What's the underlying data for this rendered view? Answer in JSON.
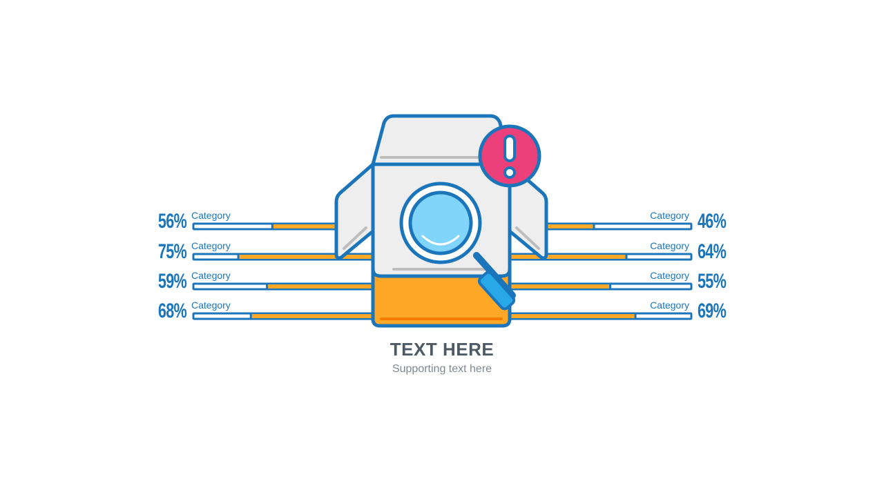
{
  "title": "TEXT HERE",
  "subtitle": "Supporting text here",
  "colors": {
    "blue": "#1b75bb",
    "orange": "#ffa726",
    "pink": "#ec407a",
    "light_blue": "#81d4fa",
    "gray": "#eeeeee",
    "dark_text": "#4d5a66"
  },
  "icons": [
    "package-box-icon",
    "magnifying-glass-icon",
    "exclamation-alert-icon"
  ],
  "chart_data": {
    "type": "bar",
    "left": [
      {
        "label": "Category",
        "value": 56,
        "display": "56%"
      },
      {
        "label": "Category",
        "value": 75,
        "display": "75%"
      },
      {
        "label": "Category",
        "value": 59,
        "display": "59%"
      },
      {
        "label": "Category",
        "value": 68,
        "display": "68%"
      }
    ],
    "right": [
      {
        "label": "Category",
        "value": 46,
        "display": "46%"
      },
      {
        "label": "Category",
        "value": 64,
        "display": "64%"
      },
      {
        "label": "Category",
        "value": 55,
        "display": "55%"
      },
      {
        "label": "Category",
        "value": 69,
        "display": "69%"
      }
    ]
  }
}
